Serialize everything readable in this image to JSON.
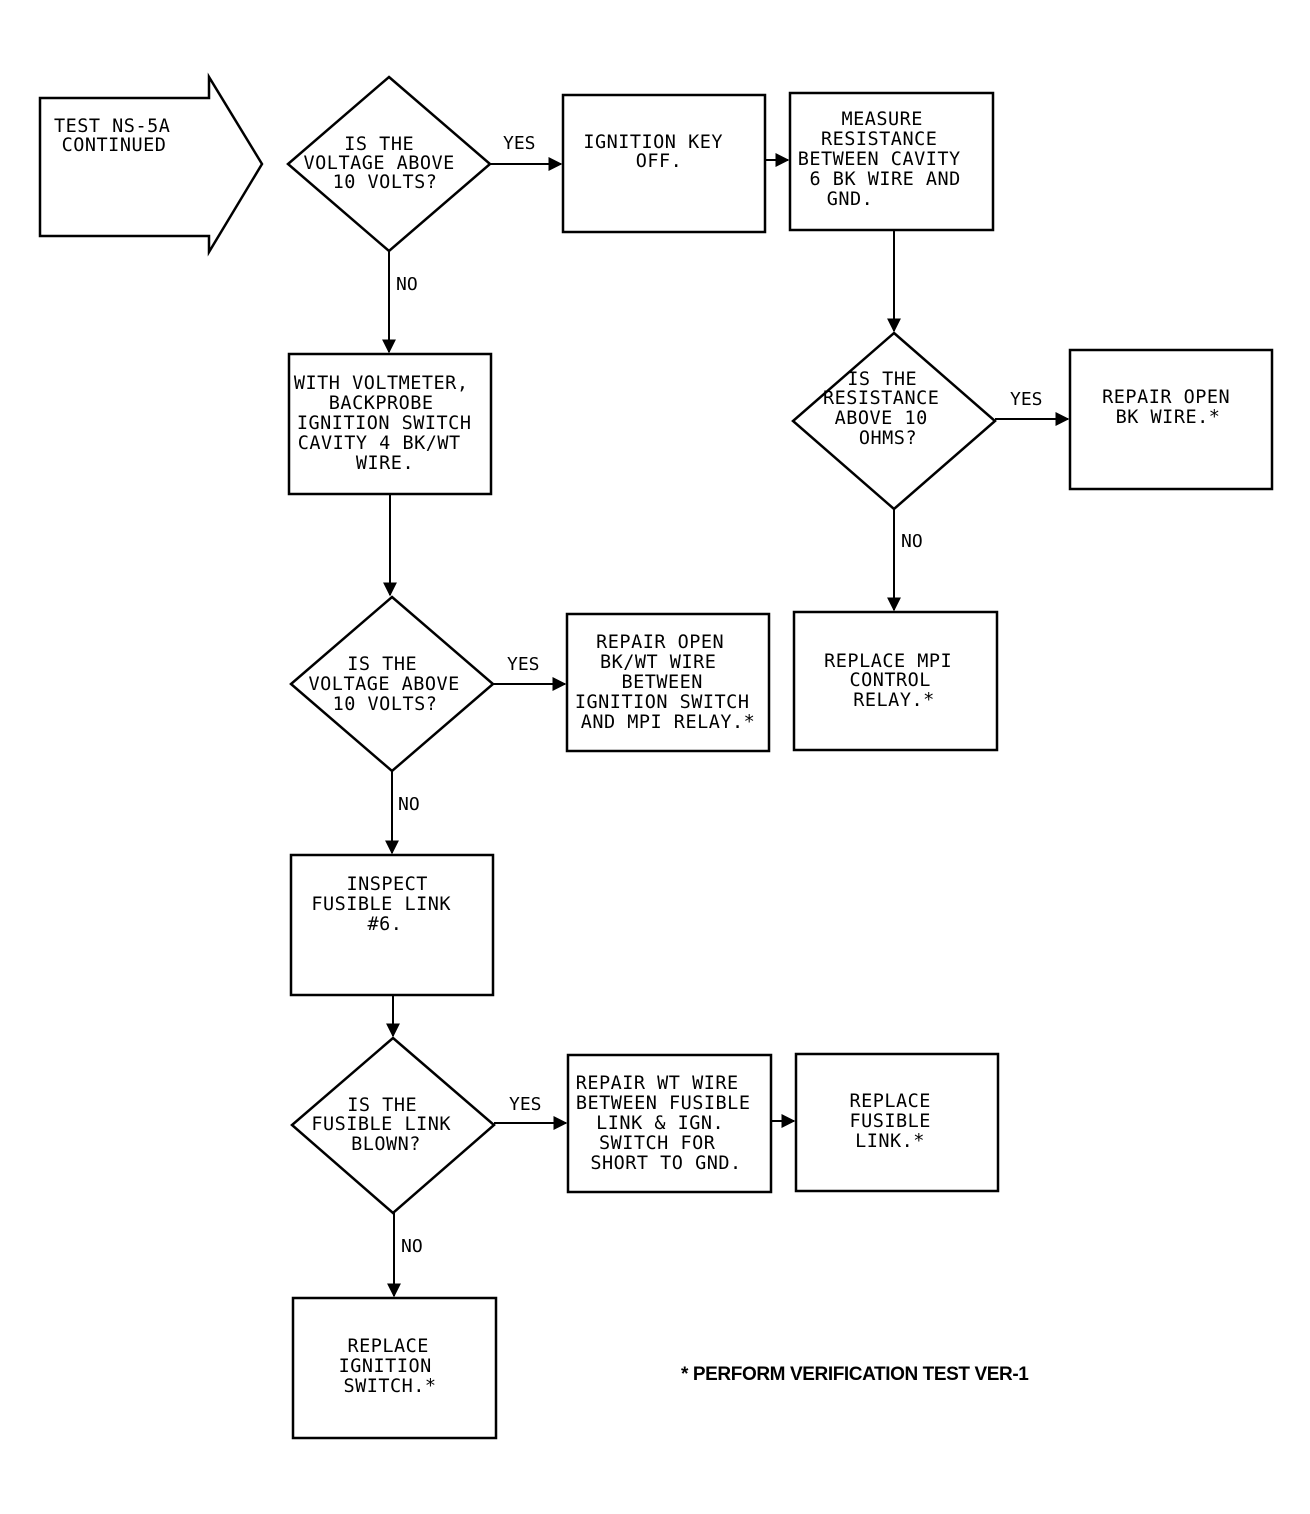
{
  "nodes": {
    "start": [
      "TEST NS-5A",
      "CONTINUED"
    ],
    "d1": [
      "IS THE",
      "VOLTAGE ABOVE",
      "10 VOLTS?"
    ],
    "key_off": [
      "IGNITION KEY",
      "OFF."
    ],
    "measure": [
      "MEASURE",
      "RESISTANCE",
      "BETWEEN CAVITY",
      "6 BK WIRE AND",
      "GND."
    ],
    "d_res": [
      "IS THE",
      "RESISTANCE",
      "ABOVE 10",
      "OHMS?"
    ],
    "repair_bk": [
      "REPAIR OPEN",
      "BK WIRE.*"
    ],
    "replace_relay": [
      "REPLACE MPI",
      "CONTROL",
      "RELAY.*"
    ],
    "backprobe": [
      "WITH VOLTMETER,",
      "BACKPROBE",
      "IGNITION SWITCH",
      "CAVITY 4 BK/WT",
      "WIRE."
    ],
    "d2": [
      "IS THE",
      "VOLTAGE ABOVE",
      "10 VOLTS?"
    ],
    "repair_bkwt": [
      "REPAIR OPEN",
      "BK/WT WIRE",
      "BETWEEN",
      "IGNITION SWITCH",
      "AND MPI RELAY.*"
    ],
    "inspect": [
      "INSPECT",
      "FUSIBLE LINK",
      "#6."
    ],
    "d3": [
      "IS THE",
      "FUSIBLE LINK",
      "BLOWN?"
    ],
    "repair_wt": [
      "REPAIR WT WIRE",
      "BETWEEN FUSIBLE",
      "LINK & IGN.",
      "SWITCH FOR",
      "SHORT TO GND."
    ],
    "replace_link": [
      "REPLACE",
      "FUSIBLE",
      "LINK.*"
    ],
    "replace_switch": [
      "REPLACE",
      "IGNITION",
      "SWITCH.*"
    ]
  },
  "edge_labels": {
    "d1_yes": "YES",
    "d1_no": "NO",
    "dres_yes": "YES",
    "dres_no": "NO",
    "d2_yes": "YES",
    "d2_no": "NO",
    "d3_yes": "YES",
    "d3_no": "NO"
  },
  "footnote": "* PERFORM VERIFICATION TEST VER-1"
}
